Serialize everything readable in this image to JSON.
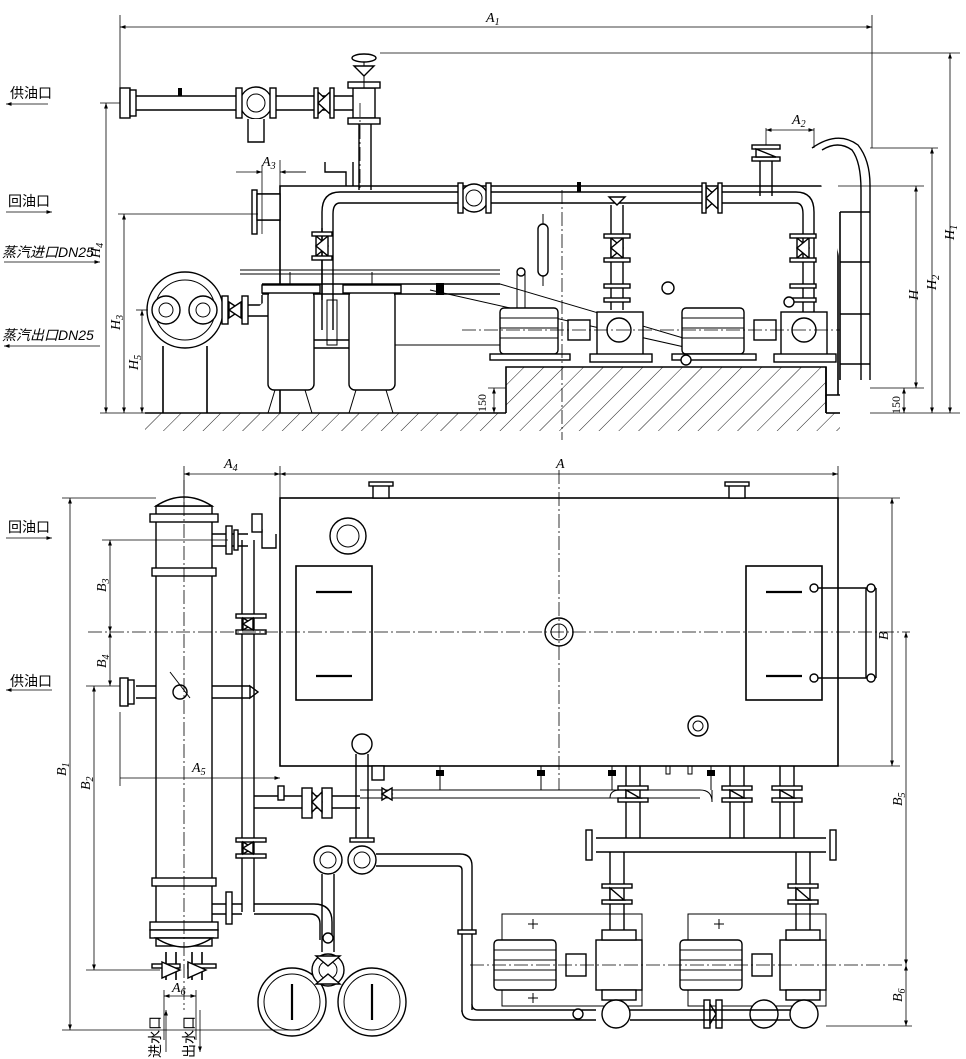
{
  "labels": {
    "supply_oil_port": "供油口",
    "return_oil_port": "回油口",
    "steam_inlet": "蒸汽进口DN25",
    "steam_outlet": "蒸汽出口DN25",
    "water_inlet": "进水口",
    "water_outlet": "出水口"
  },
  "dimensions": {
    "A": "A",
    "A1": "1",
    "A2": "2",
    "A3": "3",
    "A4": "4",
    "A5": "5",
    "A6": "6",
    "B": "B",
    "B1": "1",
    "B2": "2",
    "B3": "3",
    "B4": "4",
    "B5": "5",
    "B6": "6",
    "H": "H",
    "H1": "1",
    "H2": "2",
    "H3": "3",
    "H4": "4",
    "H5": "5",
    "base_height_left": "150",
    "base_height_right": "150"
  }
}
